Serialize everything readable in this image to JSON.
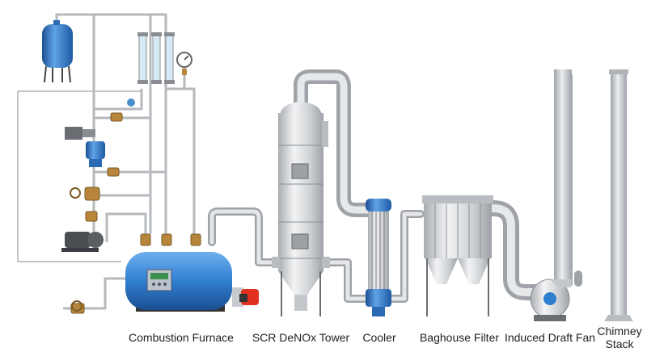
{
  "labels": {
    "combustion_furnace": "Combustion Furnace",
    "scr_denox_tower": "SCR DeNOx Tower",
    "cooler": "Cooler",
    "baghouse_filter": "Baghouse Filter",
    "induced_draft_fan": "Induced Draft Fan",
    "chimney_line1": "Chimney",
    "chimney_line2": "Stack"
  },
  "colors": {
    "vessel_blue": "#2f7fd0",
    "pipe_gray": "#c9ccd0",
    "tower_silver": "#d9dcdf",
    "burner_red": "#e03020",
    "valve_brass": "#b8863b"
  },
  "icons": {
    "tank": "pressure-tank-icon",
    "pump": "pump-icon",
    "valve": "valve-icon",
    "gauge": "pressure-gauge-icon",
    "flowmeter": "flowmeter-icon"
  }
}
